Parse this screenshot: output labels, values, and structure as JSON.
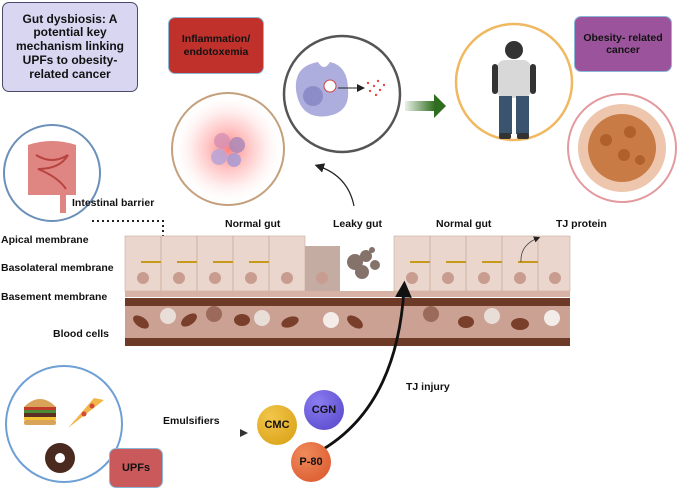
{
  "title_box": {
    "text": "Gut dysbiosis: A potential key mechanism linking UPFs to obesity-related cancer",
    "color": "#d9d6f2"
  },
  "boxes": {
    "inflammation": {
      "text": "Inflammation/ endotoxemia",
      "color": "#c0312c"
    },
    "obesity_cancer": {
      "text": "Obesity- related cancer",
      "color": "#9b549b"
    },
    "upfs": {
      "text": "UPFs",
      "color": "#c9595a"
    }
  },
  "labels": {
    "intestinal_barrier": "Intestinal barrier",
    "normal_gut_left": "Normal gut",
    "leaky_gut": "Leaky gut",
    "normal_gut_right": "Normal gut",
    "tj_protein": "TJ protein",
    "apical_membrane": "Apical membrane",
    "basolateral_membrane": "Basolateral membrane",
    "basement_membrane": "Basement membrane",
    "blood_cells": "Blood cells",
    "emulsifiers": "Emulsifiers",
    "tj_injury": "TJ injury"
  },
  "emulsifiers": [
    {
      "name": "CMC",
      "color": "#e0aa1f"
    },
    {
      "name": "CGN",
      "color": "#6656d8"
    },
    {
      "name": "P-80",
      "color": "#e4673a"
    }
  ],
  "icons": {
    "intestine": "intestine-icon",
    "macrophage": "macrophage-icon",
    "immune_cells": "immune-cells-icon",
    "person": "obese-person-icon",
    "tumor": "tumor-cells-icon",
    "food": [
      "burger-icon",
      "pizza-icon",
      "donut-icon"
    ]
  },
  "colors": {
    "arrow_green": "#2f6e1f",
    "epithelium": "#ead6cc",
    "blood_band": "#6e3a28"
  }
}
